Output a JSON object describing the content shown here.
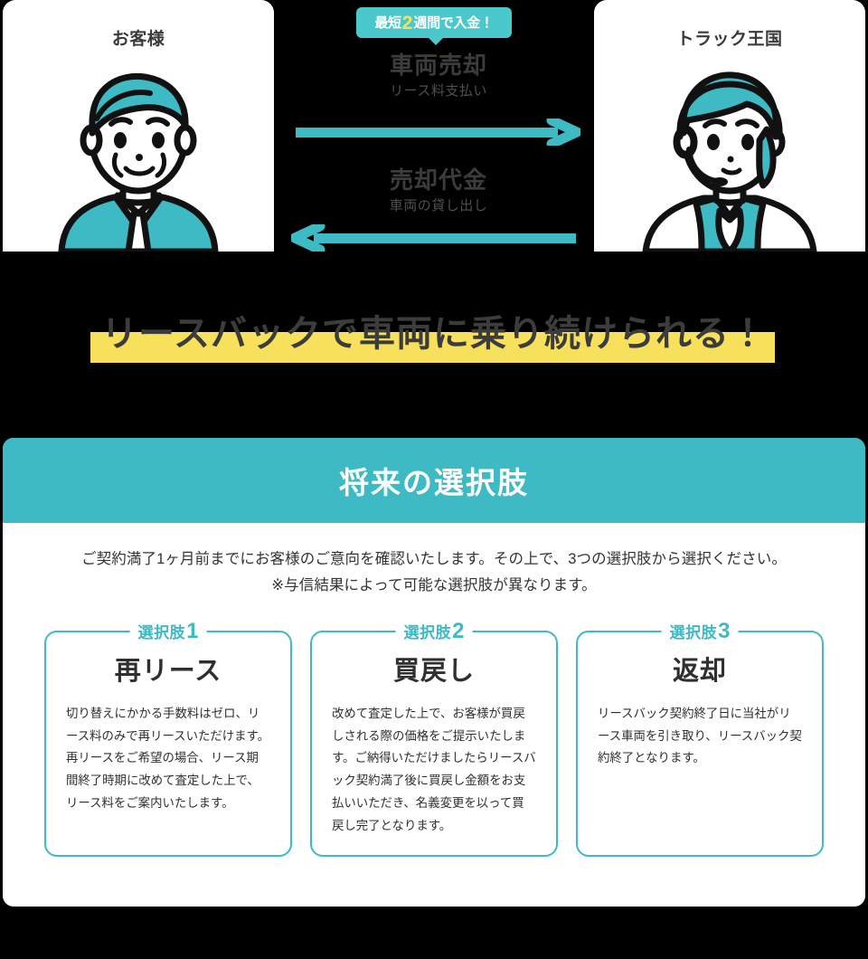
{
  "flow": {
    "left_party": {
      "name": "お客様",
      "icon": "customer-avatar-icon"
    },
    "right_party": {
      "name": "トラック王国",
      "icon": "operator-avatar-icon"
    },
    "badge": {
      "prefix": "最短",
      "number": "2",
      "suffix": "週間で入金！"
    },
    "arrows": [
      {
        "direction": "right",
        "title": "車両売却",
        "subtitle": "リース料支払い",
        "icon": "arrow-right-icon"
      },
      {
        "direction": "left",
        "title": "売却代金",
        "subtitle": "車両の貸し出し",
        "icon": "arrow-left-icon"
      }
    ]
  },
  "headline": {
    "text": "リースバックで車両に乗り続けられる！"
  },
  "panel": {
    "header_title": "将来の選択肢",
    "description_line1": "ご契約満了1ヶ月前までにお客様のご意向を確認いたします。その上で、3つの選択肢から選択ください。",
    "description_line2": "※与信結果によって可能な選択肢が異なります。",
    "options": [
      {
        "badge_label": "選択肢",
        "badge_number": "1",
        "title": "再リース",
        "body": "切り替えにかかる手数料はゼロ、リース料のみで再リースいただけます。再リースをご希望の場合、リース期間終了時期に改めて査定した上で、リース料をご案内いたします。"
      },
      {
        "badge_label": "選択肢",
        "badge_number": "2",
        "title": "買戻し",
        "body": "改めて査定した上で、お客様が買戻しされる際の価格をご提示いたします。ご納得いただけましたらリースバック契約満了後に買戻し金額をお支払いいただき、名義変更を以って買戻し完了となります。"
      },
      {
        "badge_label": "選択肢",
        "badge_number": "3",
        "title": "返却",
        "body": "リースバック契約終了日に当社がリース車両を引き取り、リースバック契約終了となります。"
      }
    ]
  },
  "colors": {
    "teal": "#3dbac3",
    "teal_light": "#4ac8cc",
    "yellow": "#f7e15c",
    "text_dark": "#3c3c3c",
    "background": "#000000",
    "panel_background": "#ffffff"
  }
}
